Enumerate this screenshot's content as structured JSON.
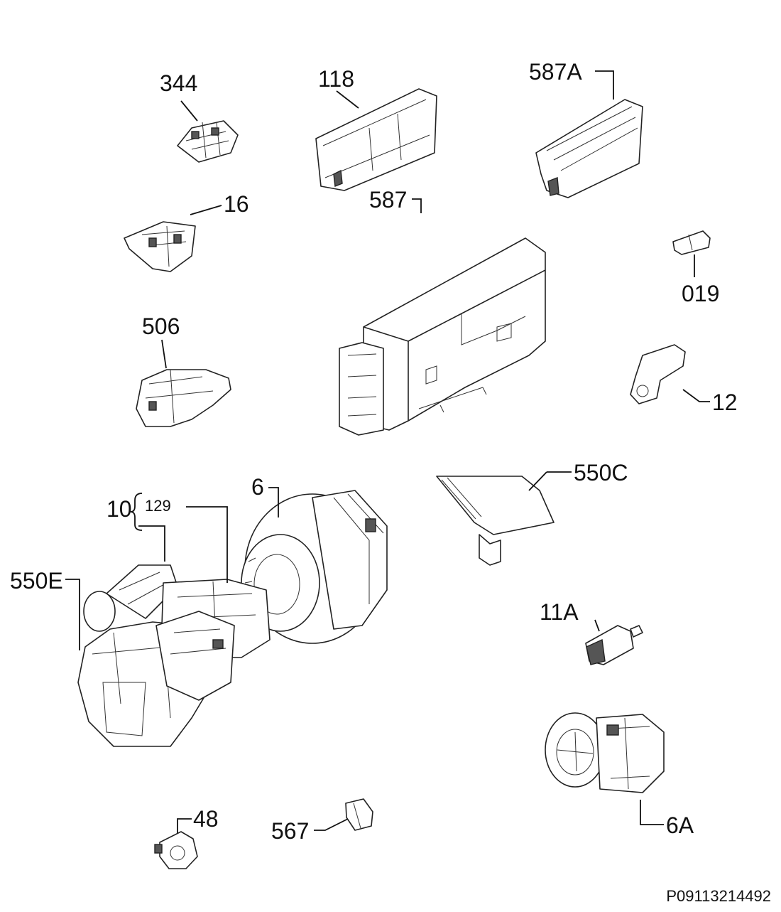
{
  "diagram": {
    "reference_code": "P09113214492",
    "labels": {
      "p344": "344",
      "p118": "118",
      "p587A": "587A",
      "p16": "16",
      "p019": "019",
      "p587": "587",
      "p506": "506",
      "p12": "12",
      "p550C": "550C",
      "p6": "6",
      "p10": "10",
      "p129": "129",
      "p550E": "550E",
      "p11A": "11A",
      "p48": "48",
      "p567": "567",
      "p6A": "6A"
    }
  }
}
